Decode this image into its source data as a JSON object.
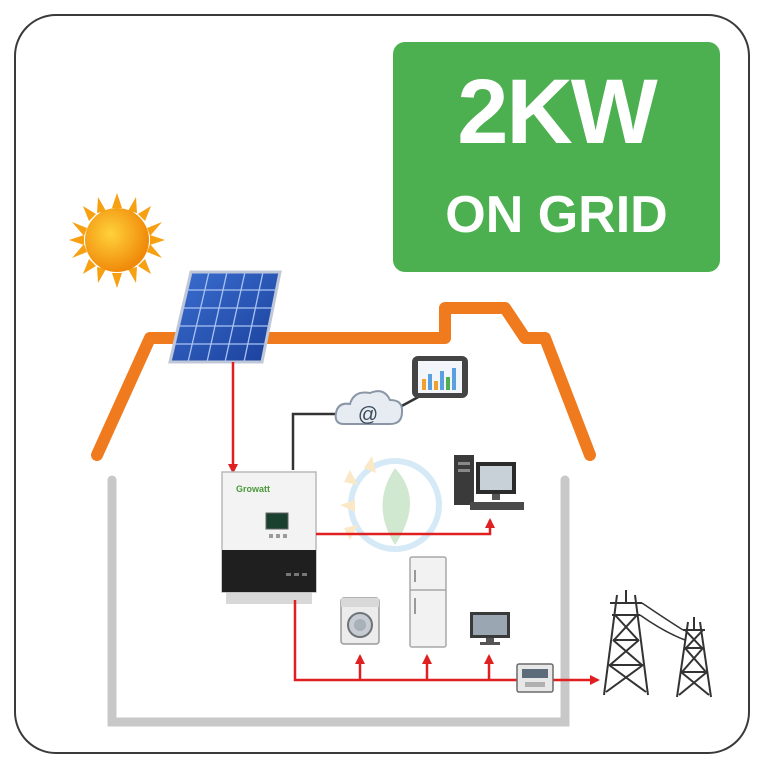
{
  "badge": {
    "power": "2KW",
    "mode": "ON GRID"
  },
  "inverter": {
    "brand": "Growatt"
  },
  "cloud": {
    "symbol": "@"
  },
  "colors": {
    "roof": "#f07a1e",
    "wall": "#c8c8c8",
    "ac_wire": "#e02020",
    "comm_wire": "#333333",
    "badge": "#4cb050",
    "sun": "#f6a012"
  }
}
